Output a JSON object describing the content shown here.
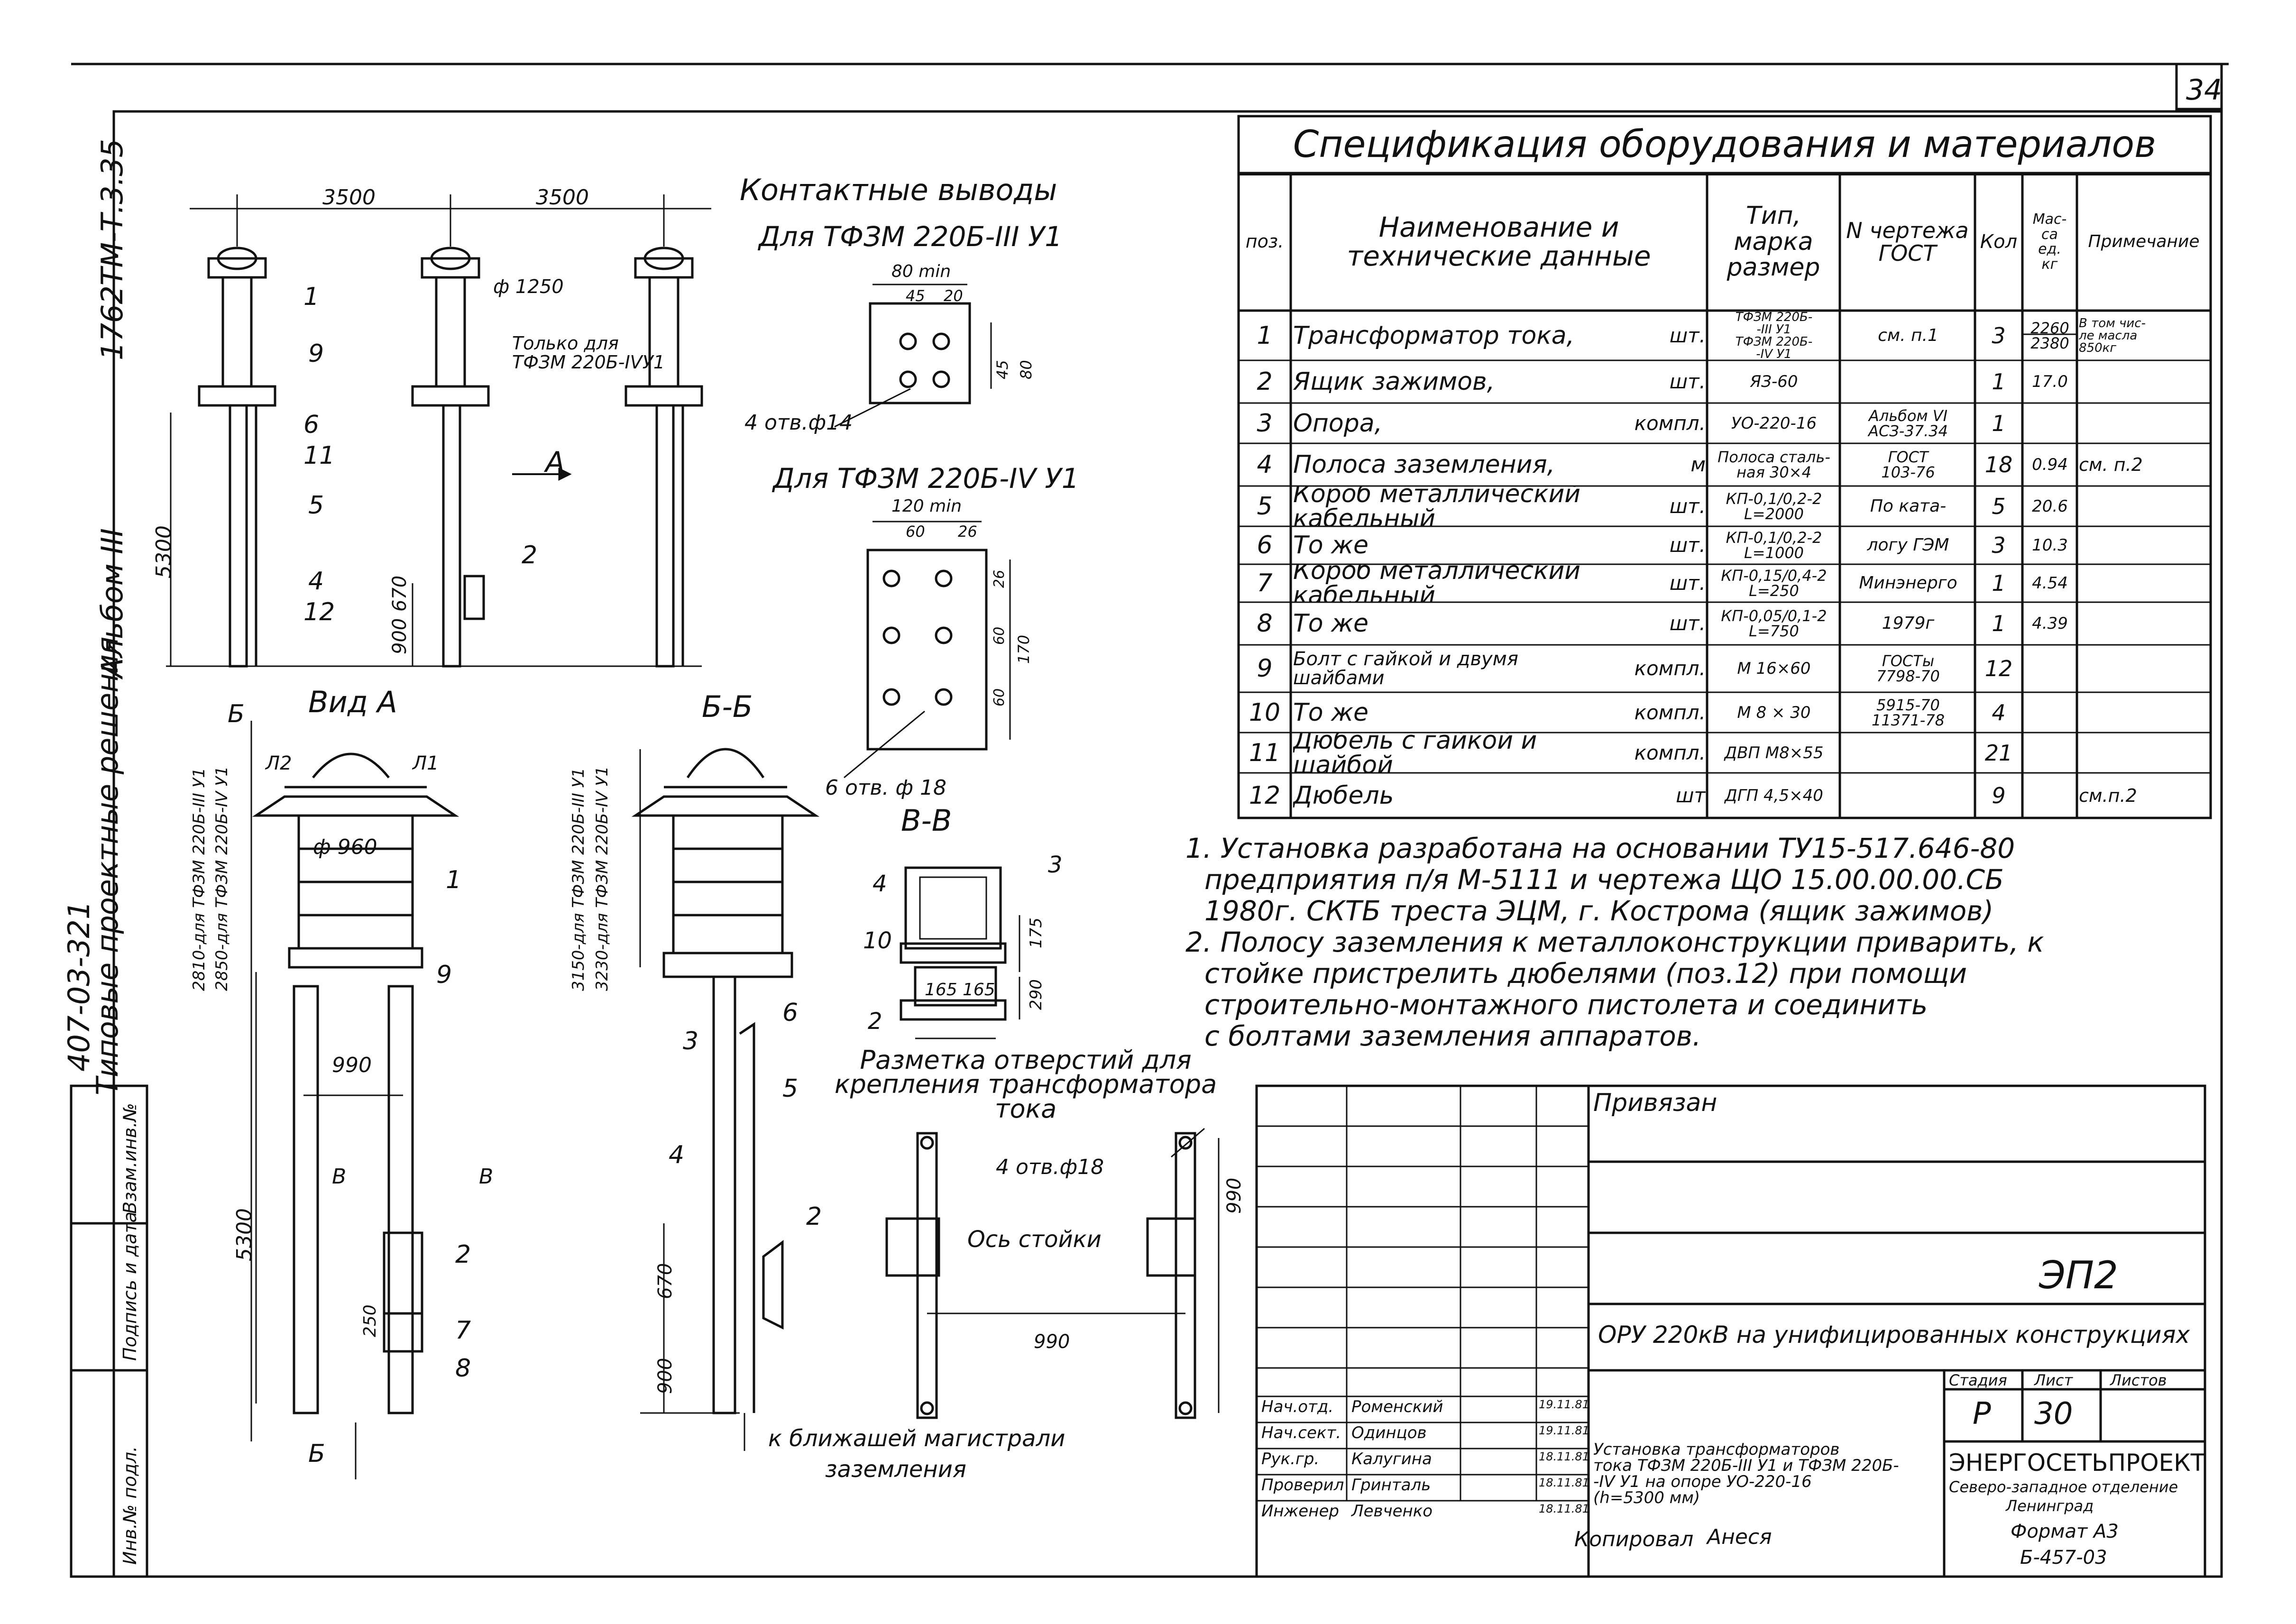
{
  "page_number": "34",
  "side_stamps": {
    "doc_code": "1762ТМ-Т.3.35",
    "album": "Альбом III",
    "project_code": "407-03-321",
    "series": "Типовые проектные решения",
    "cells": [
      "Взам.инв.№",
      "Подпись и дата",
      "Инв.№ подл."
    ]
  },
  "drawing": {
    "dims": {
      "span1": "3500",
      "span2": "3500",
      "d1250": "ф 1250",
      "h5300": "5300",
      "h900": "900",
      "h670": "670"
    },
    "only_for": "Только для\nТФЗМ 220Б-IVУ1",
    "callouts": [
      "1",
      "9",
      "6",
      "11",
      "5",
      "4",
      "12",
      "2"
    ],
    "view_a_arrow": "А",
    "view_a_title": "Вид А",
    "view_a": {
      "l2": "Л2",
      "l1": "Л1",
      "d960": "ф 960",
      "dim2810": "2810-для ТФЗМ 220Б-III У1",
      "dim2850": "2850-для ТФЗМ 220Б-IV У1",
      "d990": "990",
      "d5300": "5300",
      "d250": "250",
      "b_mark": "Б",
      "v_mark": "В"
    },
    "section_bb_title": "Б-Б",
    "section_bb": {
      "dim3150": "3150-для ТФЗМ 220Б-III У1",
      "dim3230": "3230-для ТФЗМ 220Б-IV У1",
      "d670": "670",
      "d900": "900",
      "ground_note": "к ближашей магистрали",
      "ground_note2": "заземления"
    },
    "contacts_title": "Контактные выводы",
    "contacts_for1": "Для ТФЗМ 220Б-III У1",
    "contacts_1": {
      "w": "80 min",
      "a": "45",
      "b": "20",
      "h": "45",
      "h2": "80",
      "holes": "4 отв.ф14"
    },
    "contacts_for2": "Для ТФЗМ 220Б-IV У1",
    "contacts_2": {
      "w": "120 min",
      "a": "60",
      "b": "26",
      "h1": "26",
      "h2": "60",
      "h3": "60",
      "h4": "170",
      "holes": "6 отв. ф 18"
    },
    "section_vv_title": "В-В",
    "section_vv": {
      "n4": "4",
      "n3": "3",
      "n10": "10",
      "n2": "2",
      "d165a": "165",
      "d165b": "165",
      "d175": "175",
      "d290": "290"
    },
    "marking_title": "Разметка отверстий для\nкрепления трансформатора\nтока",
    "marking": {
      "holes": "4 отв.ф18",
      "axis": "Ось стойки",
      "d990": "990",
      "h990": "990"
    }
  },
  "spec": {
    "title": "Спецификация оборудования и материалов",
    "headers": {
      "pos": "поз.",
      "name": "Наименование и\nтехнические данные",
      "type": "Тип,\nмарка\nразмер",
      "gost": "N чертежа\nГОСТ",
      "qty": "Кол",
      "mass": "Мас-\nса\nед.\nкг",
      "note": "Примечание"
    },
    "rows": [
      {
        "pos": "1",
        "name": "Трансформатор тока,",
        "unit": "шт.",
        "type": "ТФЗМ 220Б-\n-III У1\nТФЗМ 220Б-\n-IV У1",
        "gost": "см. п.1",
        "qty": "3",
        "mass": "2260\n2380",
        "note": "В том чис-\nле масла\n850кг"
      },
      {
        "pos": "2",
        "name": "Ящик зажимов,",
        "unit": "шт.",
        "type": "ЯЗ-60",
        "gost": "",
        "qty": "1",
        "mass": "17.0",
        "note": ""
      },
      {
        "pos": "3",
        "name": "Опора,",
        "unit": "компл.",
        "type": "УО-220-16",
        "gost": "Альбом VI\nАСЗ-37.34",
        "qty": "1",
        "mass": "",
        "note": ""
      },
      {
        "pos": "4",
        "name": "Полоса заземления,",
        "unit": "м",
        "type": "Полоса сталь-\nная 30×4",
        "gost": "ГОСТ\n103-76",
        "qty": "18",
        "mass": "0.94",
        "note": "см. п.2"
      },
      {
        "pos": "5",
        "name": "Короб металлический кабельный",
        "unit": "шт.",
        "type": "КП-0,1/0,2-2\nL=2000",
        "gost": "По ката-",
        "qty": "5",
        "mass": "20.6",
        "note": ""
      },
      {
        "pos": "6",
        "name": "То же",
        "unit": "шт.",
        "type": "КП-0,1/0,2-2\nL=1000",
        "gost": "логу ГЭМ",
        "qty": "3",
        "mass": "10.3",
        "note": ""
      },
      {
        "pos": "7",
        "name": "Короб металлический кабельный",
        "unit": "шт.",
        "type": "КП-0,15/0,4-2\nL=250",
        "gost": "Минэнерго",
        "qty": "1",
        "mass": "4.54",
        "note": ""
      },
      {
        "pos": "8",
        "name": "То же",
        "unit": "шт.",
        "type": "КП-0,05/0,1-2\nL=750",
        "gost": "1979г",
        "qty": "1",
        "mass": "4.39",
        "note": ""
      },
      {
        "pos": "9",
        "name": "Болт с гайкой и двумя\nшайбами",
        "unit": "компл.",
        "type": "М 16×60",
        "gost": "ГОСТы\n7798-70",
        "qty": "12",
        "mass": "",
        "note": ""
      },
      {
        "pos": "10",
        "name": "То же",
        "unit": "компл.",
        "type": "М 8 × 30",
        "gost": "5915-70\n11371-78",
        "qty": "4",
        "mass": "",
        "note": ""
      },
      {
        "pos": "11",
        "name": "Дюбель с гайкой и шайбой",
        "unit": "компл.",
        "type": "ДВП М8×55",
        "gost": "",
        "qty": "21",
        "mass": "",
        "note": ""
      },
      {
        "pos": "12",
        "name": "Дюбель",
        "unit": "шт",
        "type": "ДГП 4,5×40",
        "gost": "",
        "qty": "9",
        "mass": "",
        "note": "см.п.2"
      }
    ]
  },
  "notes": [
    "1. Установка разработана на основании ТУ15-517.646-80",
    "предприятия п/я М-5111 и чертежа ЩО 15.00.00.00.СБ",
    "1980г. СКТБ треста ЭЦМ, г. Кострома (ящик зажимов)",
    "2. Полосу заземления к металлоконструкции приварить, к",
    "стойке пристрелить дюбелями (поз.12) при помощи",
    "строительно-монтажного пистолета и соединить",
    "с болтами заземления аппаратов."
  ],
  "title_block": {
    "bound": "Привязан",
    "code": "ЭП2",
    "project": "ОРУ 220кВ на унифицированных конструкциях",
    "stage_label": "Стадия",
    "sheet_label": "Лист",
    "sheets_label": "Листов",
    "stage": "Р",
    "sheet": "30",
    "sheets": "",
    "sheet_title": "Установка трансформаторов\nтока ТФЗМ 220Б-III У1 и ТФЗМ 220Б-\n-IV У1 на опоре УО-220-16\n(h=5300 мм)",
    "org": "ЭНЕРГОСЕТЬПРОЕКТ",
    "org_sub": "Северо-западное отделение",
    "org_city": "Ленинград",
    "roles": [
      {
        "role": "Нач.отд.",
        "name": "Роменский",
        "date": "19.11.81"
      },
      {
        "role": "Нач.сект.",
        "name": "Одинцов",
        "date": "19.11.81"
      },
      {
        "role": "Рук.гр.",
        "name": "Калугина",
        "date": "18.11.81"
      },
      {
        "role": "Проверил",
        "name": "Гринталь",
        "date": "18.11.81"
      },
      {
        "role": "Инженер",
        "name": "Левченко",
        "date": "18.11.81"
      }
    ],
    "copied": "Копировал",
    "copied_by": "Анеся",
    "format": "Формат А3",
    "inv": "Б-457-03"
  }
}
